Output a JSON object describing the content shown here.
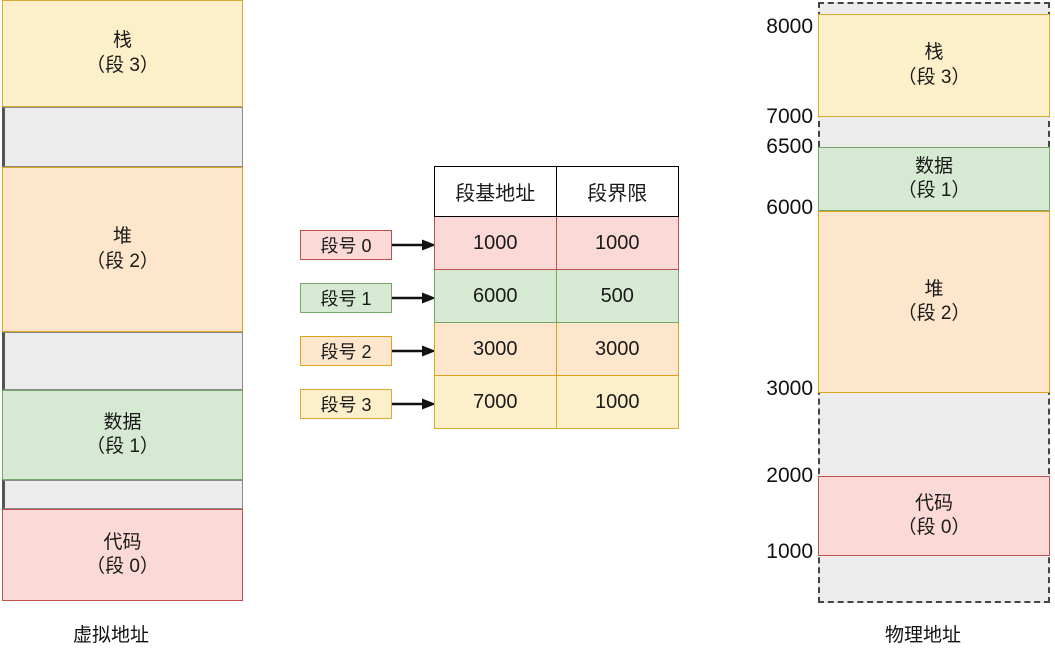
{
  "virtual_address": {
    "caption": "虚拟地址",
    "blocks": [
      {
        "name": "stack",
        "line1": "栈",
        "line2": "（段 3）",
        "kind": "stack"
      },
      {
        "name": "gap-1",
        "line1": "",
        "line2": "",
        "kind": "gap"
      },
      {
        "name": "heap",
        "line1": "堆",
        "line2": "（段 2）",
        "kind": "heap"
      },
      {
        "name": "gap-2",
        "line1": "",
        "line2": "",
        "kind": "gap"
      },
      {
        "name": "data",
        "line1": "数据",
        "line2": "（段 1）",
        "kind": "data"
      },
      {
        "name": "gap-3",
        "line1": "",
        "line2": "",
        "kind": "gap"
      },
      {
        "name": "code",
        "line1": "代码",
        "line2": "（段 0）",
        "kind": "code"
      }
    ]
  },
  "segment_selectors": [
    {
      "label": "段号 0",
      "kind": "code"
    },
    {
      "label": "段号 1",
      "kind": "data"
    },
    {
      "label": "段号 2",
      "kind": "heap"
    },
    {
      "label": "段号 3",
      "kind": "stack"
    }
  ],
  "segment_table": {
    "headers": [
      "段基地址",
      "段界限"
    ],
    "rows": [
      {
        "base": "1000",
        "limit": "1000"
      },
      {
        "base": "6000",
        "limit": "500"
      },
      {
        "base": "3000",
        "limit": "3000"
      },
      {
        "base": "7000",
        "limit": "1000"
      }
    ]
  },
  "physical_address": {
    "caption": "物理地址",
    "axis_labels": [
      "8000",
      "7000",
      "6500",
      "6000",
      "3000",
      "2000",
      "1000"
    ],
    "blocks": [
      {
        "name": "stack",
        "line1": "栈",
        "line2": "（段 3）",
        "kind": "stack",
        "from": "7000",
        "to": "8000"
      },
      {
        "name": "data",
        "line1": "数据",
        "line2": "（段 1）",
        "kind": "data",
        "from": "6000",
        "to": "6500"
      },
      {
        "name": "heap",
        "line1": "堆",
        "line2": "（段 2）",
        "kind": "heap",
        "from": "3000",
        "to": "6000"
      },
      {
        "name": "code",
        "line1": "代码",
        "line2": "（段 0）",
        "kind": "code",
        "from": "1000",
        "to": "2000"
      }
    ]
  },
  "colors": {
    "stack": "#FCEFC9",
    "heap": "#FDE6CC",
    "data": "#D6E9D2",
    "code": "#FAD9D7",
    "gap": "#ECECEC",
    "stack_border": "#D9AC30",
    "heap_border": "#DDA21E",
    "data_border": "#77A768",
    "code_border": "#C0504D"
  }
}
